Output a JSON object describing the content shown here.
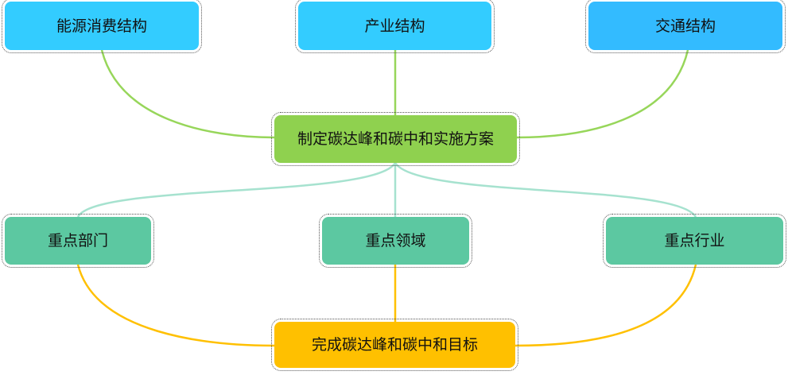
{
  "nodes": {
    "energy": "能源消费结构",
    "industry": "产业结构",
    "transport": "交通结构",
    "plan": "制定碳达峰和碳中和实施方案",
    "sectors": "重点部门",
    "fields": "重点领域",
    "trades": "重点行业",
    "goal": "完成碳达峰和碳中和目标"
  },
  "colors": {
    "blue": "#33ccff",
    "green": "#8fd14f",
    "teal": "#5cc8a1",
    "yellow": "#ffc000"
  }
}
